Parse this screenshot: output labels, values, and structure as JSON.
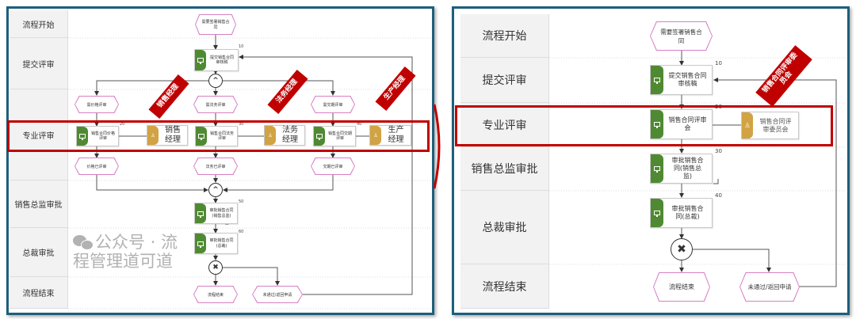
{
  "left": {
    "lanes": [
      "流程开始",
      "提交评审",
      "专业评审",
      "销售总监审批",
      "总裁审批",
      "流程结束"
    ],
    "events": {
      "start": "需要签署销售合同",
      "need_price": "需价格评审",
      "need_legal": "需法务评审",
      "need_delivery": "需交期评审",
      "price_done": "价格已评审",
      "legal_done": "法务已评审",
      "delivery_done": "交期已评审",
      "end": "流程结束",
      "reject": "未通过/返回申请"
    },
    "tasks": [
      {
        "num": "10",
        "label": "提交销售合同审核稿"
      },
      {
        "num": "20",
        "label": "销售合同价格评审"
      },
      {
        "num": "30",
        "label": "销售合同法务评审"
      },
      {
        "num": "40",
        "label": "销售合同交期评审"
      },
      {
        "num": "50",
        "label": "审批销售合同(销售总监)"
      },
      {
        "num": "60",
        "label": "审批销售合同(总裁)"
      }
    ],
    "roles": [
      "销售经理",
      "法务经理",
      "生产经理"
    ],
    "ribbons": [
      "销售经理",
      "法务经理",
      "生产经理"
    ]
  },
  "right": {
    "lanes": [
      "流程开始",
      "提交评审",
      "专业评审",
      "销售总监审批",
      "总裁审批",
      "流程结束"
    ],
    "events": {
      "start": "需要签署销售合同",
      "end": "流程结束",
      "reject": "未通过/返回申请"
    },
    "tasks": [
      {
        "num": "10",
        "label": "提交销售合同审核稿"
      },
      {
        "num": "20",
        "label": "销售合同评审会"
      },
      {
        "num": "30",
        "label": "审批销售合同(销售总监)"
      },
      {
        "num": "40",
        "label": "审批销售合同(总裁)"
      }
    ],
    "role": "销售合同评审委员会",
    "ribbon": "销售合同评审委员会"
  },
  "watermark": "公众号 · 流程管理道可道",
  "colors": {
    "highlight": "#c00000",
    "task": "#4f8a32",
    "role": "#d2a343",
    "frame": "#1d5f7c",
    "event_border": "#d77fc3"
  }
}
